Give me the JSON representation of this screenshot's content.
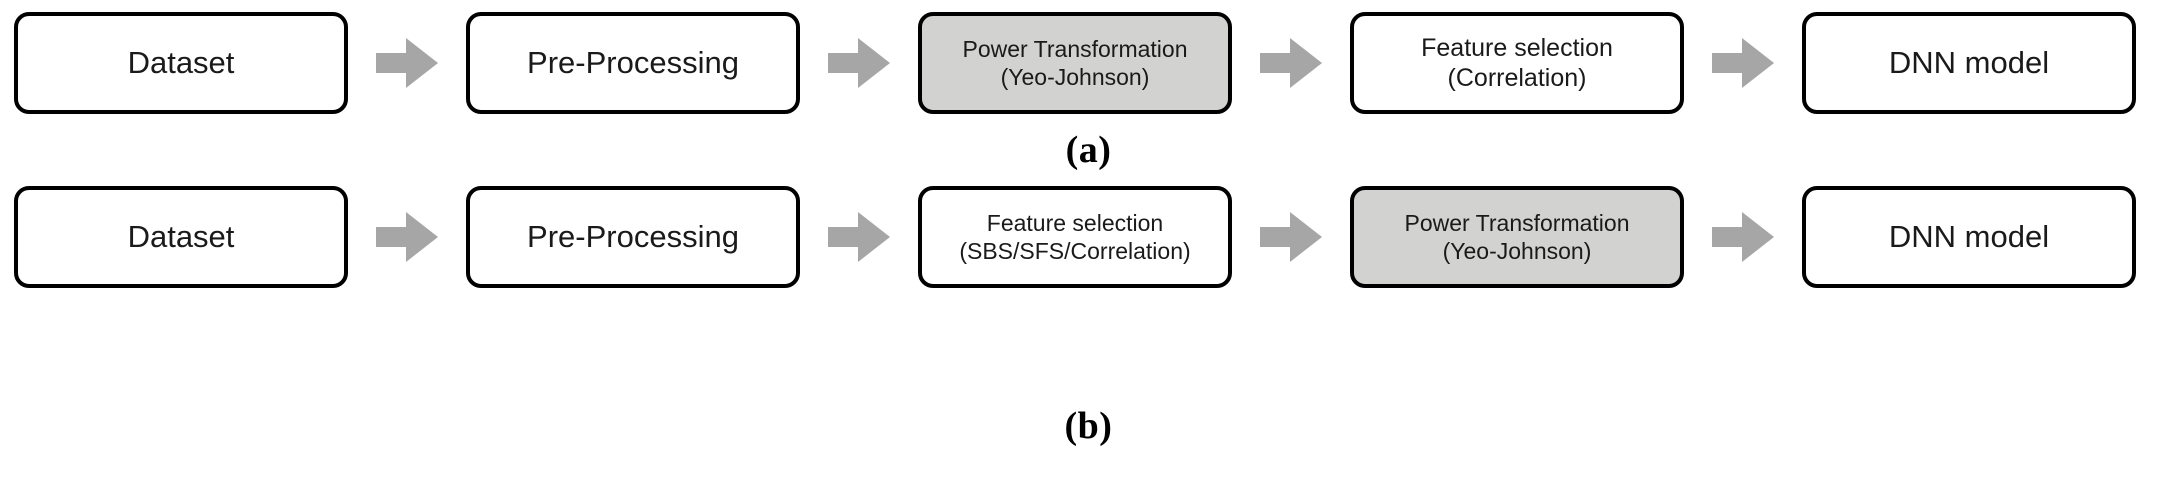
{
  "figure": {
    "type": "flowchart",
    "description": "Two alternative machine-learning pipeline orderings",
    "colors": {
      "box_border": "#000000",
      "box_fill": "#ffffff",
      "highlight_fill": "#d2d2d0",
      "arrow_fill": "#a6a6a6",
      "text": "#1a1a1a",
      "background": "#ffffff"
    }
  },
  "rows": [
    {
      "id": "a",
      "caption": "(a)",
      "nodes": [
        {
          "name": "dataset",
          "line1": "Dataset",
          "line2": "",
          "highlighted": false
        },
        {
          "name": "pre-processing",
          "line1": "Pre-Processing",
          "line2": "",
          "highlighted": false
        },
        {
          "name": "power-transformation",
          "line1": "Power Transformation",
          "line2": "(Yeo-Johnson)",
          "highlighted": true
        },
        {
          "name": "feature-selection",
          "line1": "Feature selection",
          "line2": "(Correlation)",
          "highlighted": false
        },
        {
          "name": "dnn-model",
          "line1": "DNN model",
          "line2": "",
          "highlighted": false
        }
      ],
      "arrows": [
        "arrow-right-icon",
        "arrow-right-icon",
        "arrow-right-icon",
        "arrow-right-icon"
      ]
    },
    {
      "id": "b",
      "caption": "(b)",
      "nodes": [
        {
          "name": "dataset",
          "line1": "Dataset",
          "line2": "",
          "highlighted": false
        },
        {
          "name": "pre-processing",
          "line1": "Pre-Processing",
          "line2": "",
          "highlighted": false
        },
        {
          "name": "feature-selection",
          "line1": "Feature selection",
          "line2": "(SBS/SFS/Correlation)",
          "highlighted": false
        },
        {
          "name": "power-transformation",
          "line1": "Power Transformation",
          "line2": "(Yeo-Johnson)",
          "highlighted": true
        },
        {
          "name": "dnn-model",
          "line1": "DNN model",
          "line2": "",
          "highlighted": false
        }
      ],
      "arrows": [
        "arrow-right-icon",
        "arrow-right-icon",
        "arrow-right-icon",
        "arrow-right-icon"
      ]
    }
  ]
}
